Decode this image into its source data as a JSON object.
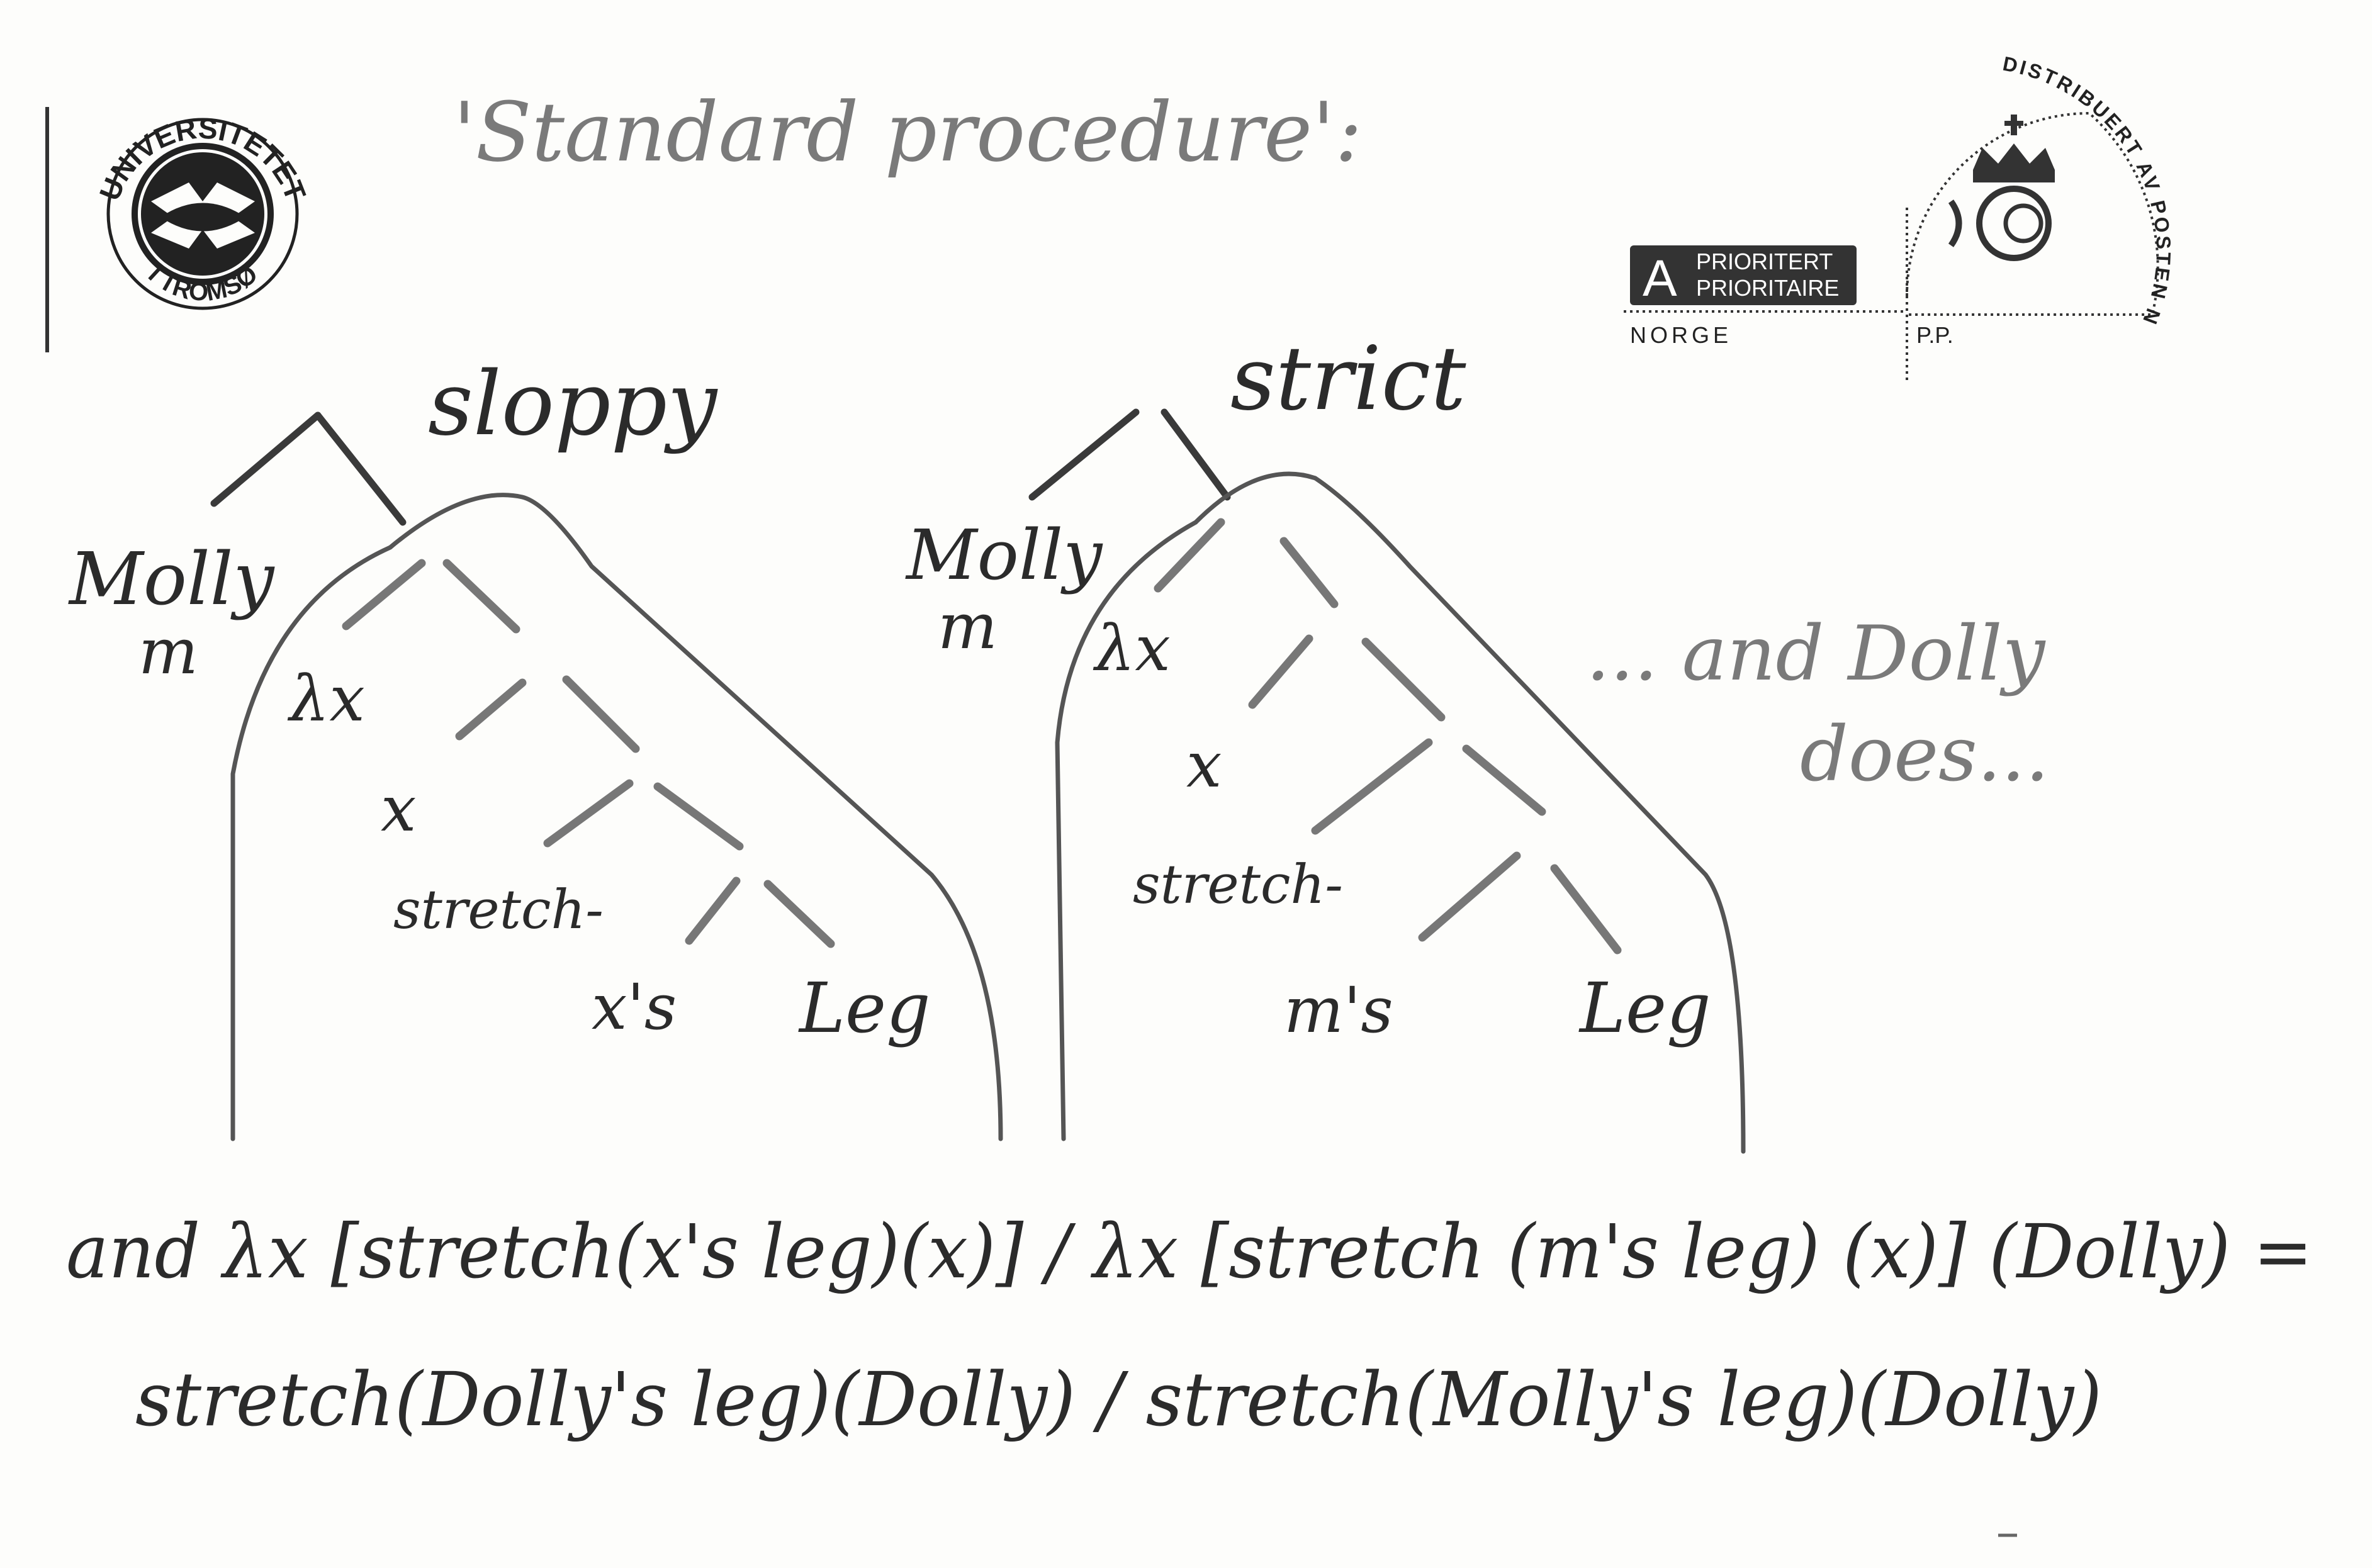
{
  "title": "'Standard procedure':",
  "logo": {
    "top_text": "UNIVERSITETET",
    "bottom_text": "I TROMSØ"
  },
  "postage": {
    "class_letter": "A",
    "line1": "PRIORITERT",
    "line2": "PRIORITAIRE",
    "country": "NORGE",
    "pp": "P.P.",
    "arc_text": "DISTRIBUERT AV POSTEN NORGE"
  },
  "sloppy_tree": {
    "label": "sloppy",
    "subject": "Molly",
    "subject_index": "m",
    "lambda": "λx",
    "var": "x",
    "verb": "stretch-",
    "possessor": "x's",
    "noun": "Leg"
  },
  "strict_tree": {
    "label": "strict",
    "subject": "Molly",
    "subject_index": "m",
    "lambda": "λx",
    "var": "x",
    "verb": "stretch-",
    "possessor": "m's",
    "noun": "Leg"
  },
  "continuation": {
    "line1": "... and Dolly",
    "line2": "does..."
  },
  "formula": {
    "line1": "and λx [stretch(x's leg)(x)] / λx [stretch (m's leg) (x)] (Dolly) =",
    "line2": "stretch(Dolly's leg)(Dolly) / stretch(Molly's leg)(Dolly)"
  },
  "colors": {
    "ink": "#2b2b2b",
    "gray_ink": "#7a7a7a",
    "badge": "#333333"
  }
}
